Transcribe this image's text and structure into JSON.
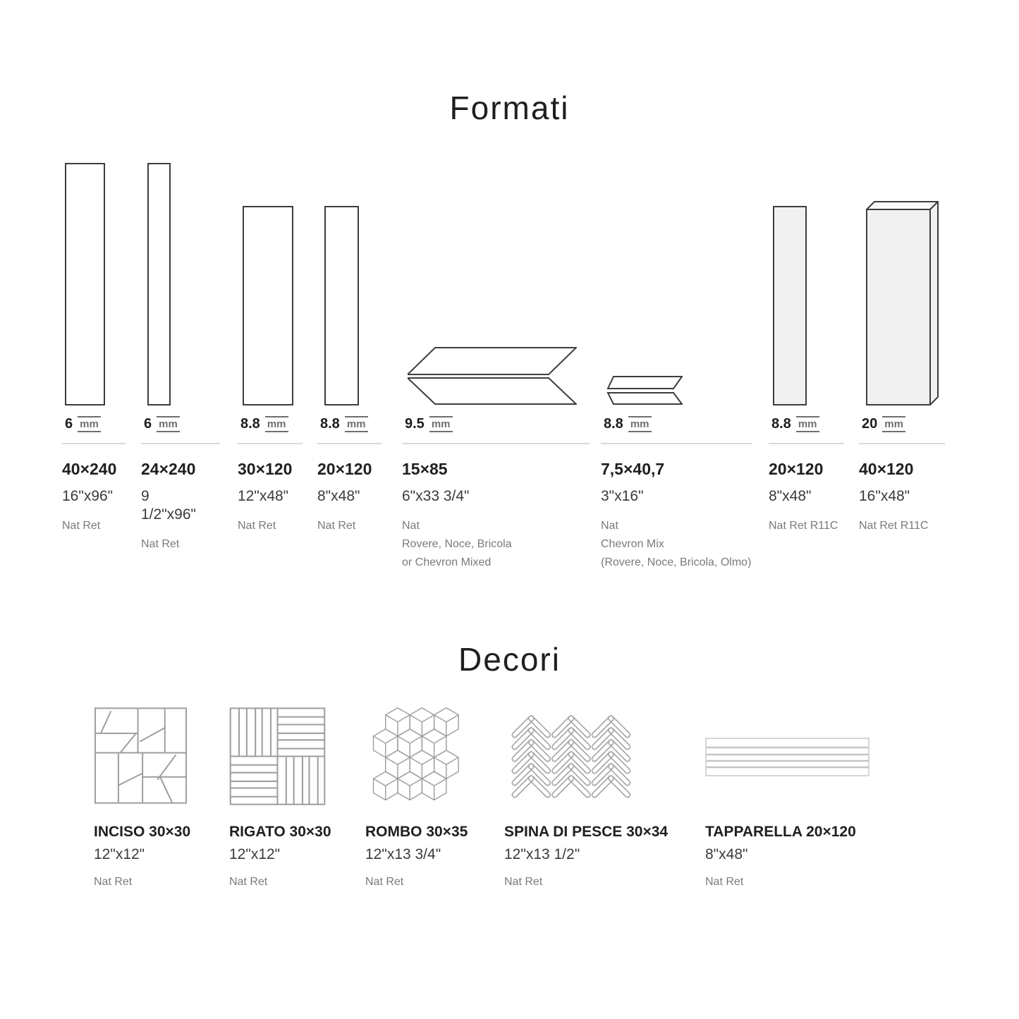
{
  "formati": {
    "title": "Formati",
    "unit": "mm",
    "items": [
      {
        "thickness": "6",
        "size": "40×240",
        "inches": "16\"x96\"",
        "finish": "Nat Ret"
      },
      {
        "thickness": "6",
        "size": "24×240",
        "inches": "9\n1/2\"x96\"",
        "finish": "Nat Ret"
      },
      {
        "thickness": "8.8",
        "size": "30×120",
        "inches": "12\"x48\"",
        "finish": "Nat Ret"
      },
      {
        "thickness": "8.8",
        "size": "20×120",
        "inches": "8\"x48\"",
        "finish": "Nat Ret"
      },
      {
        "thickness": "9.5",
        "size": "15×85",
        "inches": "6\"x33 3/4\"",
        "finish": "Nat\nRovere, Noce, Bricola\nor Chevron Mixed"
      },
      {
        "thickness": "8.8",
        "size": "7,5×40,7",
        "inches": "3\"x16\"",
        "finish": "Nat\nChevron Mix\n(Rovere, Noce, Bricola, Olmo)"
      },
      {
        "thickness": "8.8",
        "size": "20×120",
        "inches": "8\"x48\"",
        "finish": "Nat Ret R11C"
      },
      {
        "thickness": "20",
        "size": "40×120",
        "inches": "16\"x48\"",
        "finish": "Nat Ret R11C"
      }
    ]
  },
  "decori": {
    "title": "Decori",
    "items": [
      {
        "name": "INCISO 30×30",
        "inches": "12\"x12\"",
        "finish": "Nat Ret"
      },
      {
        "name": "RIGATO 30×30",
        "inches": "12\"x12\"",
        "finish": "Nat Ret"
      },
      {
        "name": "ROMBO 30×35",
        "inches": "12\"x13 3/4\"",
        "finish": "Nat Ret"
      },
      {
        "name": "SPINA DI PESCE 30×34",
        "inches": "12\"x13 1/2\"",
        "finish": "Nat Ret"
      },
      {
        "name": "TAPPARELLA 20×120",
        "inches": "8\"x48\"",
        "finish": "Nat Ret"
      }
    ]
  },
  "colors": {
    "tile_outline": "#3d3d3d",
    "tile_fill_light": "#f1f1f1",
    "pattern_stroke": "#9e9e9e",
    "tapparella_stroke": "#c6c6c6",
    "text_dark": "#1f1f1f",
    "text_gray": "#7a7a7a",
    "divider": "#d9d9d9"
  }
}
